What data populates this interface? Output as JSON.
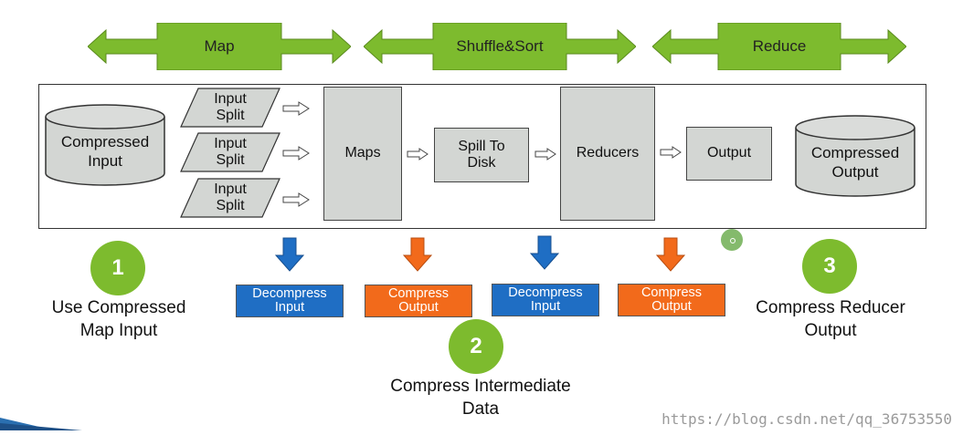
{
  "phases": [
    {
      "label": "Map"
    },
    {
      "label": "Shuffle&Sort"
    },
    {
      "label": "Reduce"
    }
  ],
  "pipeline": {
    "compressed_input": "Compressed\nInput",
    "input_split": "Input\nSplit",
    "maps": "Maps",
    "spill_to_disk": "Spill To\nDisk",
    "reducers": "Reducers",
    "output": "Output",
    "compressed_output": "Compressed\nOutput"
  },
  "stages": [
    {
      "label": "Decompress\nInput",
      "color": "#1f6ec4"
    },
    {
      "label": "Compress\nOutput",
      "color": "#f26a1b"
    },
    {
      "label": "Decompress\nInput",
      "color": "#1f6ec4"
    },
    {
      "label": "Compress\nOutput",
      "color": "#f26a1b"
    }
  ],
  "steps": [
    {
      "number": "1",
      "caption": "Use Compressed\nMap Input"
    },
    {
      "number": "2",
      "caption": "Compress Intermediate\nData"
    },
    {
      "number": "3",
      "caption": "Compress Reducer\nOutput"
    }
  ],
  "colors": {
    "accent_green": "#7dbb2e",
    "blue": "#1f6ec4",
    "orange": "#f26a1b",
    "box_gray": "#d3d6d3"
  },
  "watermark": "https://blog.csdn.net/qq_36753550"
}
